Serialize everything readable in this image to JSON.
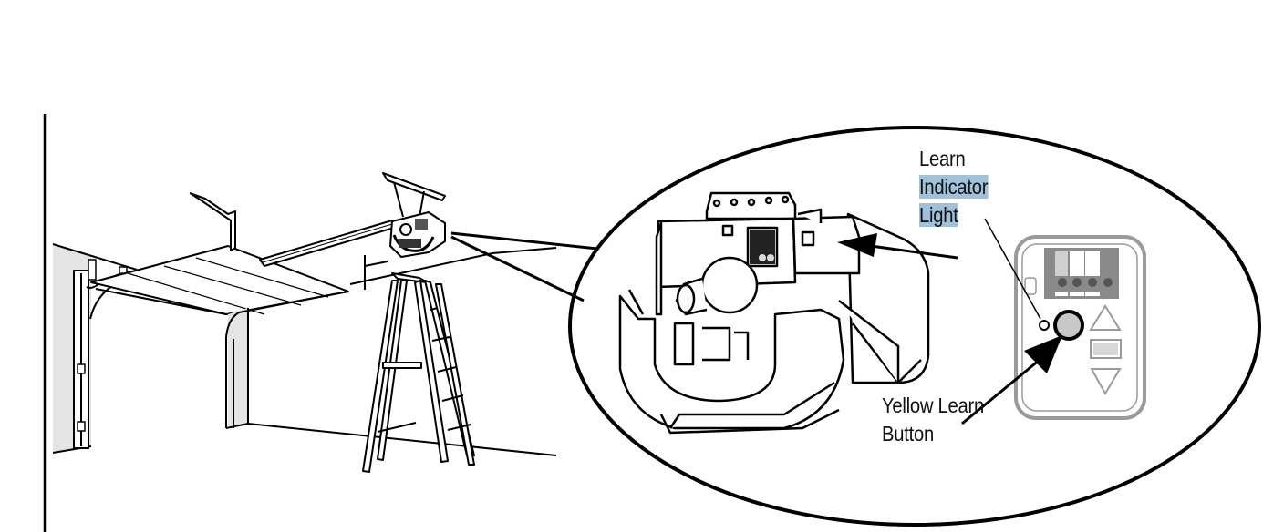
{
  "diagram": {
    "type": "instructional-illustration",
    "subject": "Garage door opener learn button location",
    "scene_elements": [
      "garage-door",
      "door-tracks",
      "opener-motor-unit",
      "opener-rail",
      "step-ladder",
      "zoom-callout-ellipse",
      "wall-control-panel"
    ],
    "labels": {
      "learn_indicator": {
        "line1": "Learn",
        "line2": "Indicator",
        "line3": "Light",
        "highlighted_words": [
          "Indicator",
          "Light"
        ]
      },
      "yellow_learn": {
        "line1": "Yellow Learn",
        "line2": "Button"
      }
    },
    "colors": {
      "line": "#000000",
      "highlight": "#9fc1d9",
      "wall_shade": "#e4e4e4",
      "panel_outline": "#9a9a9a",
      "button_fill": "#c8c8c8",
      "terminal_block": "#8a8a8a"
    }
  }
}
